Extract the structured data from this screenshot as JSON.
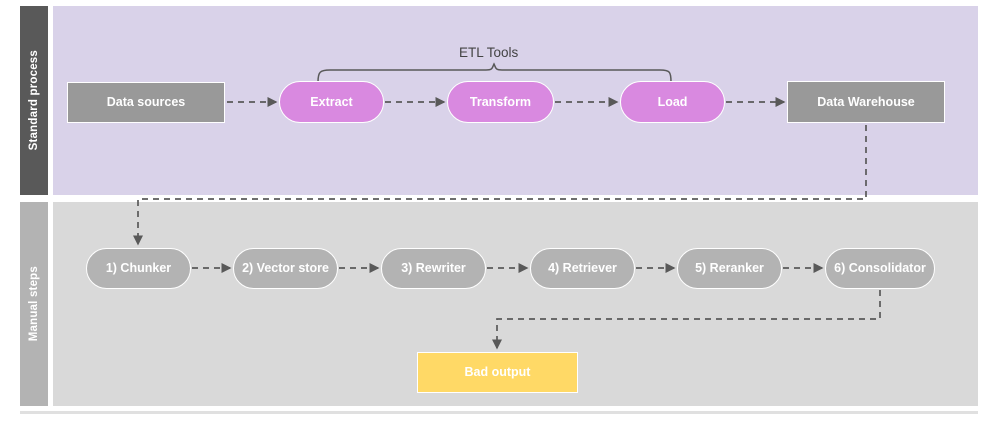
{
  "diagram": {
    "title": "ETL standard process and manual RAG steps",
    "colors": {
      "lane_top_bg": "#d9d2e9",
      "lane_bottom_bg": "#d9d9d9",
      "lane_top_band": "#595959",
      "lane_bottom_band": "#b3b3b3",
      "node_gray": "#999999",
      "node_gray_light": "#b3b3b3",
      "node_magenta": "#d989e0",
      "node_yellow": "#ffd966",
      "connector": "#595959",
      "brace": "#595959",
      "node_text": "#ffffff",
      "brace_text": "#434343"
    }
  },
  "lanes": [
    {
      "id": "standard-process",
      "label": "Standard process"
    },
    {
      "id": "manual-steps",
      "label": "Manual steps"
    }
  ],
  "annotations": {
    "etl_tools": "ETL Tools"
  },
  "top_row": {
    "nodes": [
      {
        "id": "data-sources",
        "label": "Data sources",
        "shape": "rect",
        "color": "gray"
      },
      {
        "id": "extract",
        "label": "Extract",
        "shape": "pill",
        "color": "magenta"
      },
      {
        "id": "transform",
        "label": "Transform",
        "shape": "pill",
        "color": "magenta"
      },
      {
        "id": "load",
        "label": "Load",
        "shape": "pill",
        "color": "magenta"
      },
      {
        "id": "data-warehouse",
        "label": "Data Warehouse",
        "shape": "rect",
        "color": "gray"
      }
    ]
  },
  "bottom_row": {
    "nodes": [
      {
        "id": "chunker",
        "label": "1) Chunker",
        "shape": "pill",
        "color": "graylt"
      },
      {
        "id": "vector-store",
        "label": "2) Vector store",
        "shape": "pill",
        "color": "graylt"
      },
      {
        "id": "rewriter",
        "label": "3) Rewriter",
        "shape": "pill",
        "color": "graylt"
      },
      {
        "id": "retriever",
        "label": "4) Retriever",
        "shape": "pill",
        "color": "graylt"
      },
      {
        "id": "reranker",
        "label": "5) Reranker",
        "shape": "pill",
        "color": "graylt"
      },
      {
        "id": "consolidator",
        "label": "6) Consolidator",
        "shape": "pill",
        "color": "graylt"
      }
    ],
    "output": {
      "id": "bad-output",
      "label": "Bad output",
      "shape": "rect",
      "color": "yellow"
    }
  },
  "edges": [
    {
      "from": "data-sources",
      "to": "extract",
      "style": "dashed-arrow"
    },
    {
      "from": "extract",
      "to": "transform",
      "style": "dashed-arrow"
    },
    {
      "from": "transform",
      "to": "load",
      "style": "dashed-arrow"
    },
    {
      "from": "load",
      "to": "data-warehouse",
      "style": "dashed-arrow"
    },
    {
      "from": "data-warehouse",
      "to": "chunker",
      "style": "dashed-arrow-elbow"
    },
    {
      "from": "chunker",
      "to": "vector-store",
      "style": "dashed-arrow"
    },
    {
      "from": "vector-store",
      "to": "rewriter",
      "style": "dashed-arrow"
    },
    {
      "from": "rewriter",
      "to": "retriever",
      "style": "dashed-arrow"
    },
    {
      "from": "retriever",
      "to": "reranker",
      "style": "dashed-arrow"
    },
    {
      "from": "reranker",
      "to": "consolidator",
      "style": "dashed-arrow"
    },
    {
      "from": "consolidator",
      "to": "bad-output",
      "style": "dashed-arrow-elbow"
    }
  ]
}
